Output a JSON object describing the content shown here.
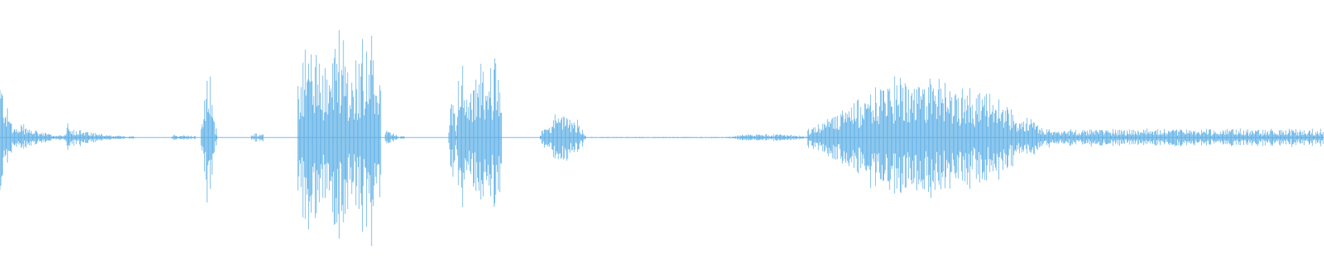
{
  "waveform": {
    "color": "#5aaee6",
    "background": "#ffffff",
    "duration": 1,
    "segments": [
      {
        "start": 0.0,
        "end": 0.016,
        "peak": 0.56,
        "floor": 0.06,
        "shape": "decay",
        "dense": true
      },
      {
        "start": 0.016,
        "end": 0.05,
        "peak": 0.12,
        "floor": 0.02,
        "shape": "decay",
        "dense": true
      },
      {
        "start": 0.05,
        "end": 0.052,
        "peak": 0.16,
        "floor": 0.05,
        "shape": "spike",
        "dense": true
      },
      {
        "start": 0.052,
        "end": 0.102,
        "peak": 0.09,
        "floor": 0.01,
        "shape": "decay",
        "dense": true
      },
      {
        "start": 0.13,
        "end": 0.148,
        "peak": 0.02,
        "floor": 0.005,
        "shape": "flat",
        "dense": true
      },
      {
        "start": 0.152,
        "end": 0.164,
        "peak": 0.6,
        "floor": 0.03,
        "shape": "spike",
        "dense": true
      },
      {
        "start": 0.19,
        "end": 0.199,
        "peak": 0.03,
        "floor": 0.01,
        "shape": "flat",
        "dense": true
      },
      {
        "start": 0.225,
        "end": 0.288,
        "peak": 0.8,
        "floor": 0.1,
        "shape": "burst",
        "dense": true
      },
      {
        "start": 0.291,
        "end": 0.306,
        "peak": 0.08,
        "floor": 0.01,
        "shape": "decay",
        "dense": true
      },
      {
        "start": 0.339,
        "end": 0.345,
        "peak": 0.45,
        "floor": 0.03,
        "shape": "spike",
        "dense": true
      },
      {
        "start": 0.345,
        "end": 0.379,
        "peak": 0.62,
        "floor": 0.08,
        "shape": "burst",
        "dense": true
      },
      {
        "start": 0.408,
        "end": 0.443,
        "peak": 0.21,
        "floor": 0.02,
        "shape": "rise",
        "dense": true
      },
      {
        "start": 0.443,
        "end": 0.55,
        "peak": 0.005,
        "floor": 0.002,
        "shape": "flat",
        "dense": true
      },
      {
        "start": 0.55,
        "end": 0.61,
        "peak": 0.03,
        "floor": 0.005,
        "shape": "rise",
        "dense": true
      },
      {
        "start": 0.61,
        "end": 0.8,
        "peak": 0.48,
        "floor": 0.08,
        "shape": "hump",
        "dense": true
      },
      {
        "start": 0.8,
        "end": 1.0,
        "peak": 0.07,
        "floor": 0.03,
        "shape": "flat",
        "dense": true
      }
    ]
  }
}
